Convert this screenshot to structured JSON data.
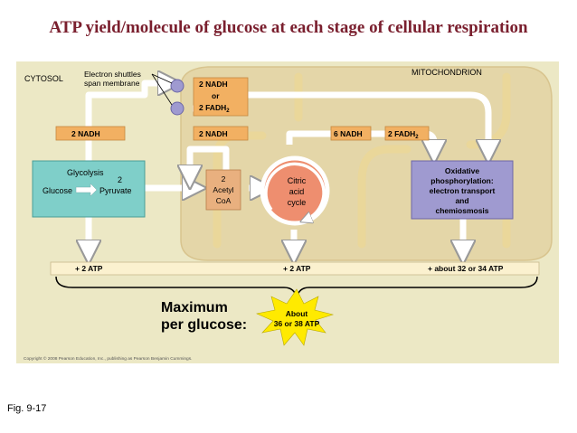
{
  "title": "ATP yield/molecule of glucose at each stage of cellular respiration",
  "labels": {
    "cytosol": "CYTOSOL",
    "mitochondrion": "MITOCHONDRION",
    "shuttles_line1": "Electron shuttles",
    "shuttles_line2": "span membrane",
    "nadh_shuttle": "2 NADH",
    "or": "or",
    "fadh_shuttle": "2 FADH",
    "fadh_shuttle_sub": "2",
    "glycolysis_nadh": "2 NADH",
    "acetyl_nadh": "2 NADH",
    "krebs_nadh": "6 NADH",
    "krebs_fadh": "2 FADH",
    "krebs_fadh_sub": "2",
    "glycolysis": "Glycolysis",
    "glucose": "Glucose",
    "two": "2",
    "pyruvate": "Pyruvate",
    "acetyl_1": "2",
    "acetyl_2": "Acetyl",
    "acetyl_3": "CoA",
    "citric_1": "Citric",
    "citric_2": "acid",
    "citric_3": "cycle",
    "oxphos_1": "Oxidative",
    "oxphos_2": "phosphorylation:",
    "oxphos_3": "electron transport",
    "oxphos_4": "and",
    "oxphos_5": "chemiosmosis",
    "atp_glycolysis": "+ 2 ATP",
    "atp_citric": "+ 2 ATP",
    "atp_oxphos": "+ about 32 or 34 ATP",
    "max_1": "Maximum",
    "max_2": "per glucose:",
    "burst_1": "About",
    "burst_2": "36 or 38 ATP",
    "copyright": "Copyright © 2008 Pearson Education, Inc., publishing as Pearson Benjamin Cummings.",
    "fig": "Fig. 9-17"
  },
  "colors": {
    "title": "#7a1f2e",
    "panel": "#ece8c5",
    "mitochondrion": "#e4d6a8",
    "label_box": "#f2b062",
    "glycolysis_box": "#7fcfc9",
    "acetyl_box": "#e9b07f",
    "citric_cycle": "#ee8e6f",
    "oxphos_box": "#9f9ad0",
    "atp_bar": "#fbf1cf",
    "burst": "#ffea00",
    "arrow": "#ffffff"
  }
}
